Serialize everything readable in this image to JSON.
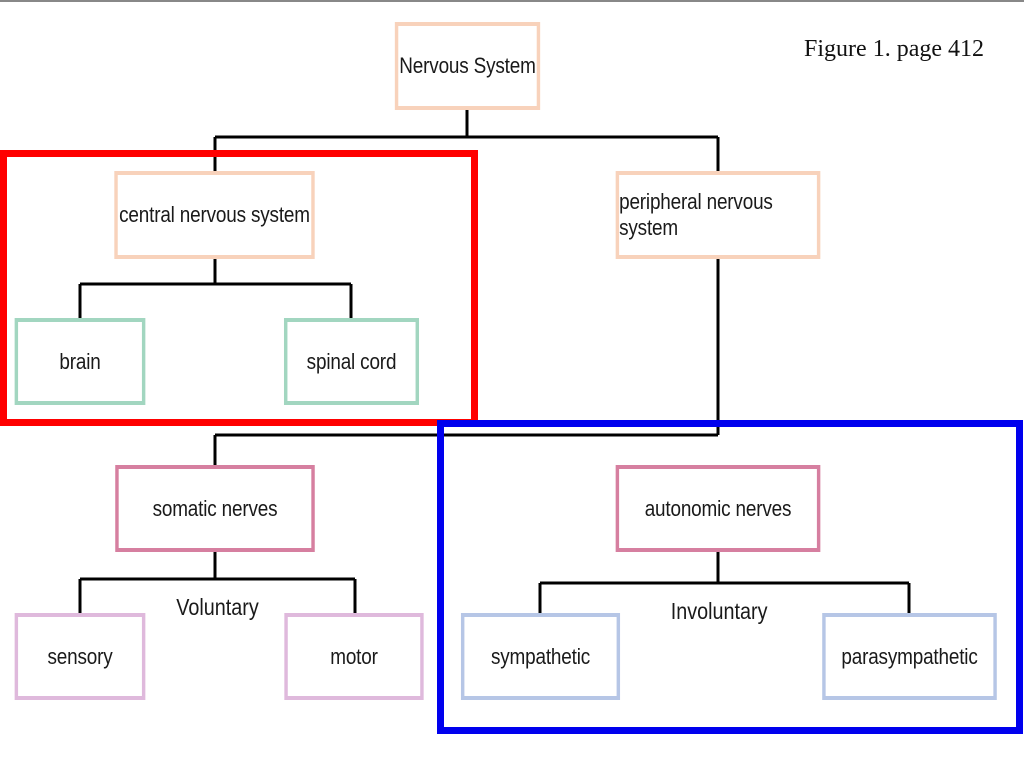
{
  "caption": "Figure 1. page 412",
  "colors": {
    "connector": "#000000",
    "system_border": "#f8d2bb",
    "division_border": "#a2d6c0",
    "nerve_border": "#d67fa0",
    "somatic_leaf_border": "#dfb9dc",
    "autonomic_leaf_border": "#b6c6e6",
    "red_highlight": "#ff0000",
    "blue_highlight": "#0000ee"
  },
  "nodes": {
    "nervous_system": "Nervous System",
    "cns": "central nervous system",
    "pns": "peripheral nervous system",
    "brain": "brain",
    "spinal_cord": "spinal cord",
    "somatic": "somatic nerves",
    "autonomic": "autonomic nerves",
    "sensory": "sensory",
    "motor": "motor",
    "sympathetic": "sympathetic",
    "parasympathetic": "parasympathetic"
  },
  "labels": {
    "voluntary": "Voluntary",
    "involuntary": "Involuntary"
  }
}
